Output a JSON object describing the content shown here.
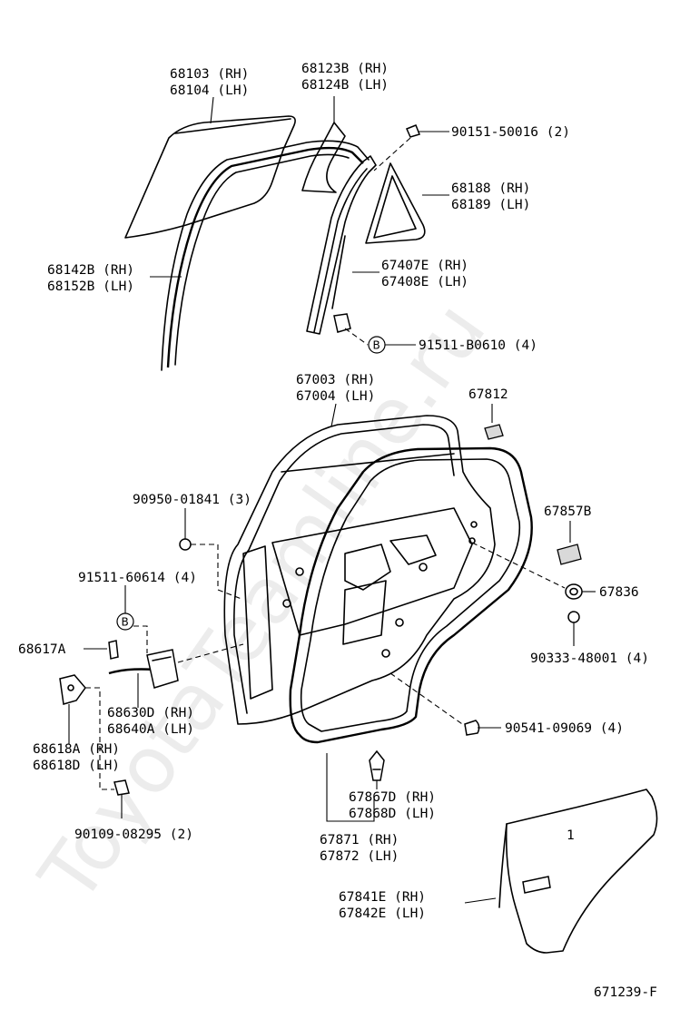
{
  "watermark": "ToyotaTeamline.ru",
  "diagram_code": "671239-F",
  "callout_letter": "B",
  "labels": {
    "glass_a": "68103 (RH)",
    "glass_b": "68104 (LH)",
    "chan_a": "68123B (RH)",
    "chan_b": "68124B (LH)",
    "screw1": "90151-50016 (2)",
    "qglass_a": "68188 (RH)",
    "qglass_b": "68189 (LH)",
    "run_a": "68142B (RH)",
    "run_b": "68152B (LH)",
    "div_a": "67407E (RH)",
    "div_b": "67408E (LH)",
    "bolt_b": "91511-B0610 (4)",
    "panel_a": "67003 (RH)",
    "panel_b": "67004 (LH)",
    "p67812": "67812",
    "nut1": "90950-01841 (3)",
    "p67857b": "67857B",
    "bolt2": "91511-60614 (4)",
    "p67836": "67836",
    "p68617a": "68617A",
    "plug": "90333-48001 (4)",
    "check_a": "68630D (RH)",
    "check_b": "68640A (LH)",
    "cushion": "90541-09069 (4)",
    "hinge_a": "68618A (RH)",
    "hinge_b": "68618D (LH)",
    "clip_a": "67867D (RH)",
    "clip_b": "67868D (LH)",
    "bolt3": "90109-08295 (2)",
    "wstrip_a": "67871 (RH)",
    "wstrip_b": "67872 (LH)",
    "trim_a": "67841E (RH)",
    "trim_b": "67842E (LH)",
    "trim_mark": "1"
  }
}
